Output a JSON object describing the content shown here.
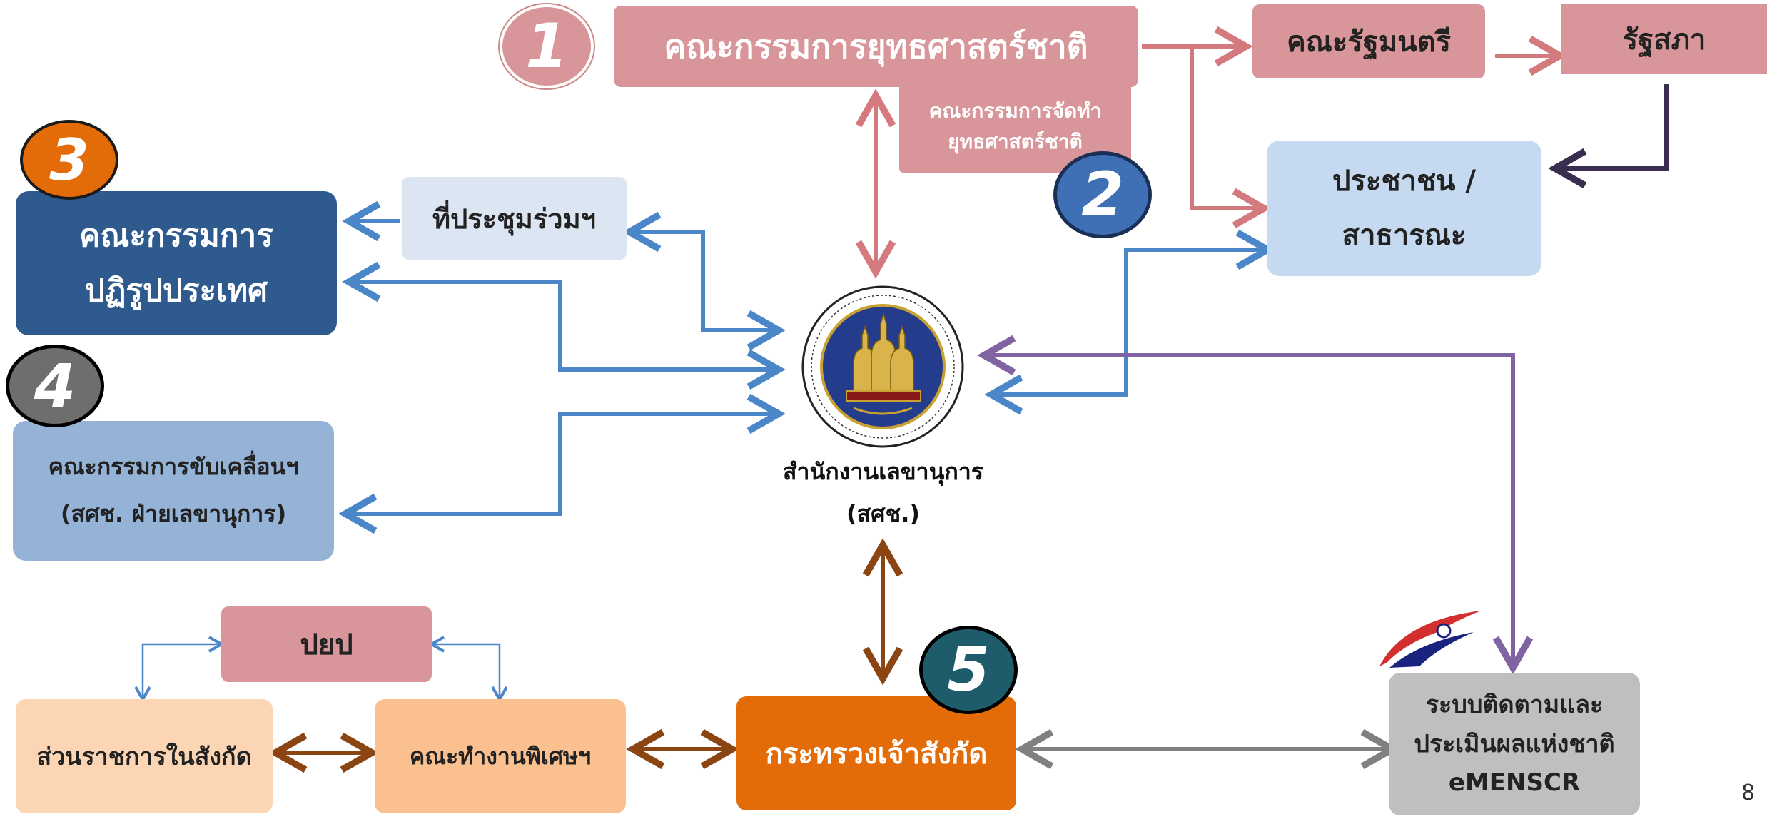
{
  "nodes": {
    "national_strategy_committee": "คณะกรรมการยุทธศาสตร์ชาติ",
    "strategy_drafting_committee": {
      "line1": "คณะกรรมการจัดทำ",
      "line2": "ยุทธศาสตร์ชาติ"
    },
    "cabinet": "คณะรัฐมนตรี",
    "parliament": "รัฐสภา",
    "public": {
      "line1": "ประชาชน /",
      "line2": "สาธารณะ"
    },
    "joint_meeting": "ที่ประชุมร่วมฯ",
    "reform_committee": {
      "line1": "คณะกรรมการ",
      "line2": "ปฏิรูปประเทศ"
    },
    "driving_committee": {
      "line1": "คณะกรรมการขับเคลื่อนฯ",
      "line2": "(สศช. ฝ่ายเลขานุการ)"
    },
    "secretariat": {
      "line1": "สำนักงานเลขานุการ",
      "line2": "(สศช.)"
    },
    "pyp": "ปยป",
    "subordinate_agencies": "ส่วนราชการในสังกัด",
    "special_working_group": "คณะทำงานพิเศษฯ",
    "parent_ministry": "กระทรวงเจ้าสังกัด",
    "emenscr": {
      "line1": "ระบบติดตามและ",
      "line2": "ประเมินผลแห่งชาติ",
      "line3": "eMENSCR"
    }
  },
  "badges": {
    "b1": "1",
    "b2": "2",
    "b3": "3",
    "b4": "4",
    "b5": "5"
  },
  "page_number": "8",
  "colors": {
    "red_arrow": "#D47A7E",
    "blue_arrow": "#4A86C8",
    "purple_arrow": "#8064A2",
    "brown_arrow": "#8B4513",
    "gray_arrow": "#808080",
    "dark_arrow": "#3A2E50"
  }
}
